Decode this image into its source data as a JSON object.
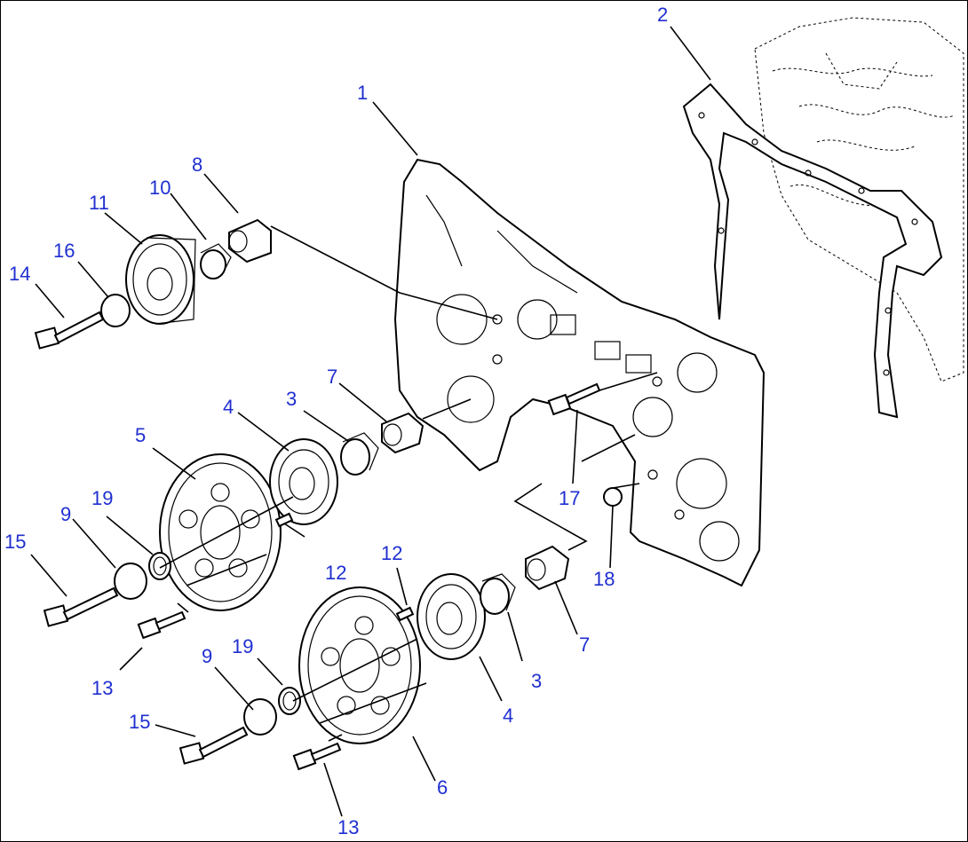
{
  "diagram": {
    "labels": [
      {
        "id": "L1",
        "text": "1"
      },
      {
        "id": "L2",
        "text": "2"
      },
      {
        "id": "L3a",
        "text": "3"
      },
      {
        "id": "L3b",
        "text": "3"
      },
      {
        "id": "L4a",
        "text": "4"
      },
      {
        "id": "L4b",
        "text": "4"
      },
      {
        "id": "L5",
        "text": "5"
      },
      {
        "id": "L6",
        "text": "6"
      },
      {
        "id": "L7a",
        "text": "7"
      },
      {
        "id": "L7b",
        "text": "7"
      },
      {
        "id": "L8",
        "text": "8"
      },
      {
        "id": "L9a",
        "text": "9"
      },
      {
        "id": "L9b",
        "text": "9"
      },
      {
        "id": "L10",
        "text": "10"
      },
      {
        "id": "L11",
        "text": "11"
      },
      {
        "id": "L12a",
        "text": "12"
      },
      {
        "id": "L12b",
        "text": "12"
      },
      {
        "id": "L13a",
        "text": "13"
      },
      {
        "id": "L13b",
        "text": "13"
      },
      {
        "id": "L14",
        "text": "14"
      },
      {
        "id": "L15a",
        "text": "15"
      },
      {
        "id": "L15b",
        "text": "15"
      },
      {
        "id": "L16",
        "text": "16"
      },
      {
        "id": "L17",
        "text": "17"
      },
      {
        "id": "L18",
        "text": "18"
      },
      {
        "id": "L19a",
        "text": "19"
      },
      {
        "id": "L19b",
        "text": "19"
      }
    ]
  }
}
